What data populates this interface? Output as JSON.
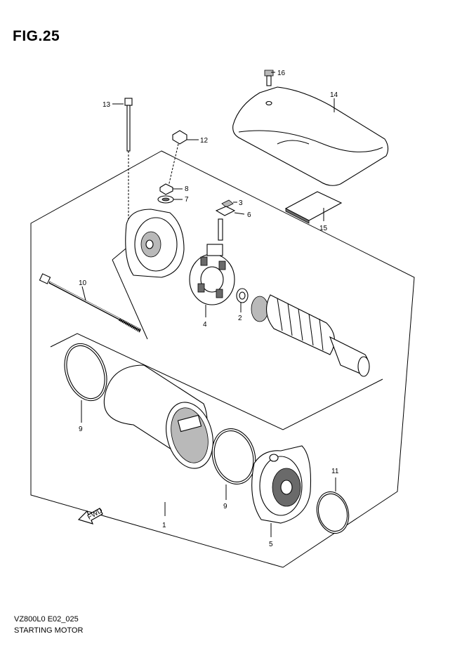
{
  "figure": {
    "title": "FIG.25",
    "model_code": "VZ800L0 E02_025",
    "name": "STARTING MOTOR"
  },
  "callouts": [
    "1",
    "2",
    "3",
    "4",
    "5",
    "6",
    "7",
    "8",
    "9",
    "9",
    "10",
    "11",
    "12",
    "13",
    "14",
    "15",
    "16"
  ],
  "fwd_label": "FWD"
}
